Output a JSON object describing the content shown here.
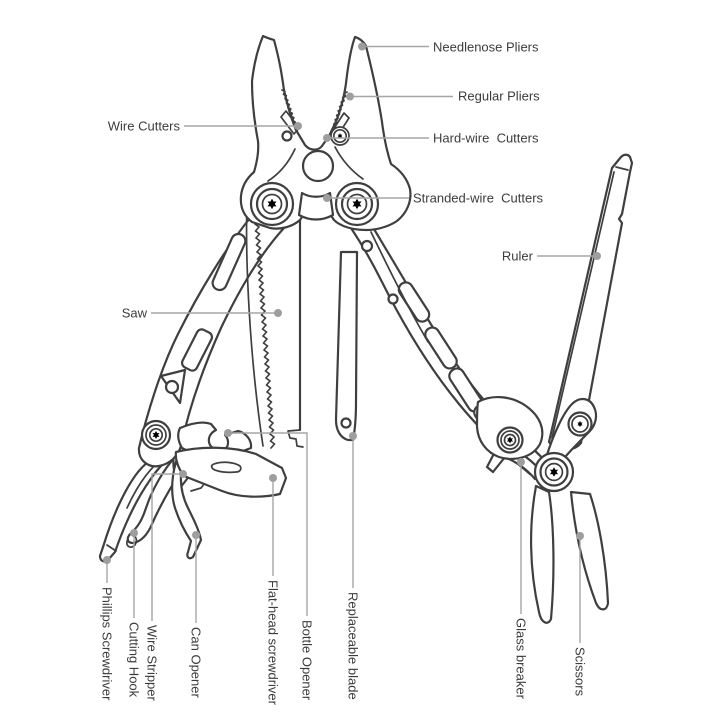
{
  "diagram": {
    "subject": "multi-tool pliers parts diagram",
    "background_color": "#ffffff",
    "line_art_color": "#3f3f3f",
    "leader_line_color": "#a6a6a6",
    "label_text_color": "#3c3c3c"
  },
  "parts": [
    {
      "name": "Needlenose Pliers"
    },
    {
      "name": "Regular Pliers"
    },
    {
      "name": "Wire Cutters"
    },
    {
      "name": "Hard-wire  Cutters"
    },
    {
      "name": "Stranded-wire  Cutters"
    },
    {
      "name": "Ruler"
    },
    {
      "name": "Saw"
    },
    {
      "name": "Phillips Screwdriver"
    },
    {
      "name": "Cutting Hook"
    },
    {
      "name": "Wire Stripper"
    },
    {
      "name": "Can Opener"
    },
    {
      "name": "Flat-head screwdriver"
    },
    {
      "name": "Bottle Opener"
    },
    {
      "name": "Replaceable blade"
    },
    {
      "name": "Glass breaker"
    },
    {
      "name": "Scissors"
    }
  ]
}
